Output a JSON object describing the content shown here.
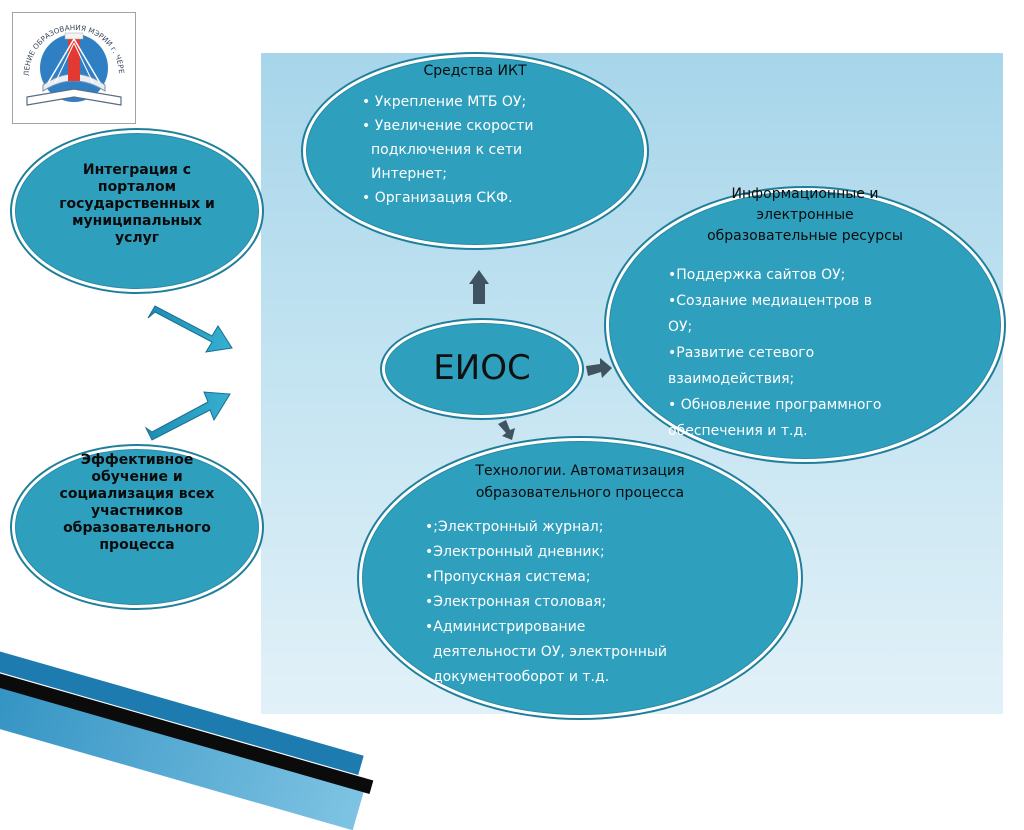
{
  "logo": {
    "arc_text": "УПРАВЛЕНИЕ ОБРАЗОВАНИЯ МЭРИИ г. ЧЕРЕПОВЦА"
  },
  "nodes": {
    "ikt": {
      "title": "Средства ИКТ",
      "items": [
        "• Укрепление МТБ ОУ;",
        "• Увеличение скорости",
        "подключения к сети",
        "Интернет;",
        "• Организация СКФ."
      ]
    },
    "integration": {
      "lines": [
        "Интеграция с",
        "порталом",
        "государственных и",
        "муниципальных",
        "услуг"
      ]
    },
    "effective": {
      "lines": [
        "Эффективное",
        "обучение и",
        "социализация  всех",
        "участников",
        "образовательного",
        "процесса"
      ]
    },
    "center": {
      "label": "ЕИОС"
    },
    "resources": {
      "title_lines": [
        "Информационные  и",
        "электронные",
        "образовательные ресурсы"
      ],
      "items": [
        "•Поддержка сайтов ОУ;",
        "•Создание медиацентров  в",
        "ОУ;",
        "•Развитие сетевого",
        "взаимодействия;",
        "• Обновление программного",
        "обеспечения и т.д."
      ]
    },
    "tech": {
      "title_lines": [
        "Технологии. Автоматизация",
        "образовательного процесса"
      ],
      "items": [
        "•;Электронный журнал;",
        "•Электронный дневник;",
        "•Пропускная система;",
        "•Электронная столовая;",
        "•Администрирование",
        "деятельности ОУ, электронный",
        "документооборот и т.д."
      ]
    }
  },
  "colors": {
    "node_fill": "#2f9fbe",
    "arrow_fill": "#3f5360",
    "gradient_arrow": "#2b9dbf"
  }
}
